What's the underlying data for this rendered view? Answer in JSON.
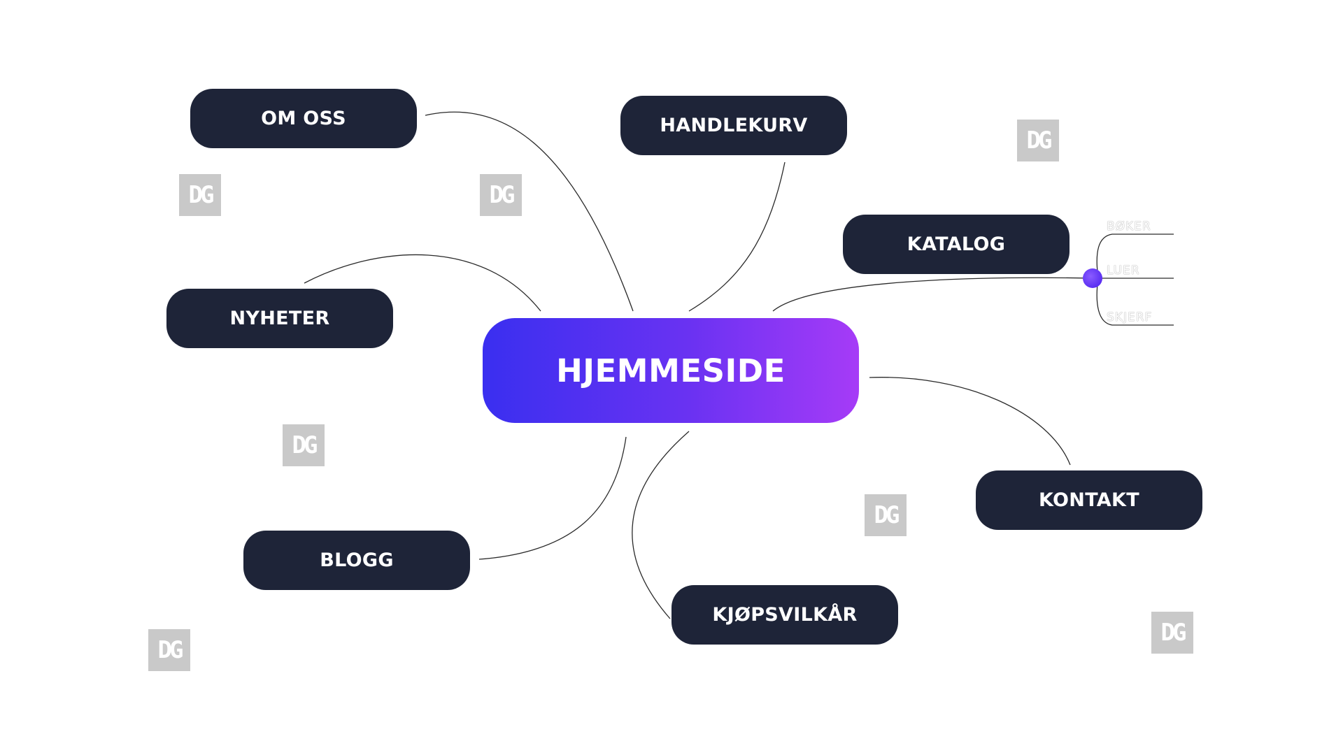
{
  "diagram": {
    "center": {
      "label": "HJEMMESIDE"
    },
    "nodes": [
      {
        "id": "om-oss",
        "label": "OM OSS"
      },
      {
        "id": "handlekurv",
        "label": "HANDLEKURV"
      },
      {
        "id": "katalog",
        "label": "KATALOG"
      },
      {
        "id": "nyheter",
        "label": "NYHETER"
      },
      {
        "id": "kontakt",
        "label": "KONTAKT"
      },
      {
        "id": "blogg",
        "label": "BLOGG"
      },
      {
        "id": "kjopsvilkar",
        "label": "KJØPSVILKÅR"
      }
    ],
    "katalog_subitems": [
      "BØKER",
      "LUER",
      "SKJERF"
    ],
    "watermark": "DG"
  },
  "colors": {
    "node_fill": "#1e2438",
    "node_text": "#ffffff",
    "center_gradient_start": "#3a2ff0",
    "center_gradient_end": "#a63bf7",
    "connector": "#2a2a2a",
    "watermark": "#c9c9c9"
  }
}
